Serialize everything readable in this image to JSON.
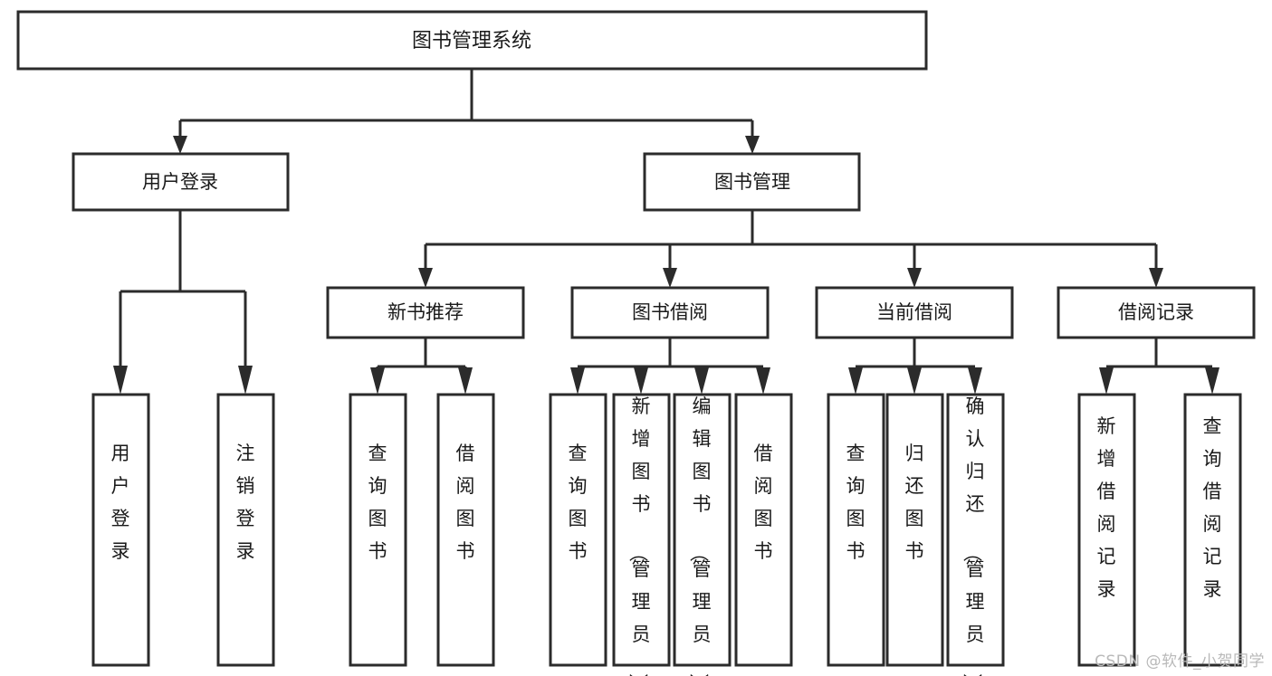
{
  "diagram": {
    "type": "tree-flowchart",
    "title": "图书管理系统",
    "orientation": "top-down",
    "colors": {
      "box_stroke": "#2b2b2b",
      "box_fill": "#ffffff",
      "text": "#1a1a1a",
      "background": "#ffffff",
      "watermark": "#b9b9b9"
    },
    "nodes": {
      "root": {
        "label": "图书管理系统"
      },
      "level2": [
        {
          "id": "user-login",
          "label": "用户登录"
        },
        {
          "id": "book-management",
          "label": "图书管理"
        }
      ],
      "level3": [
        {
          "id": "new-book-recommend",
          "label": "新书推荐"
        },
        {
          "id": "book-borrow",
          "label": "图书借阅"
        },
        {
          "id": "current-borrow",
          "label": "当前借阅"
        },
        {
          "id": "borrow-record",
          "label": "借阅记录"
        }
      ],
      "leaves": {
        "user-login": [
          {
            "id": "leaf-user-login",
            "label": "用户登录"
          },
          {
            "id": "leaf-logout-login",
            "label": "注销登录"
          }
        ],
        "new-book-recommend": [
          {
            "id": "leaf-query-book-1",
            "label": "查询图书"
          },
          {
            "id": "leaf-borrow-book-1",
            "label": "借阅图书"
          }
        ],
        "book-borrow": [
          {
            "id": "leaf-query-book-2",
            "label": "查询图书"
          },
          {
            "id": "leaf-add-book",
            "label": "新增图书（管理员）"
          },
          {
            "id": "leaf-edit-book",
            "label": "编辑图书（管理员）"
          },
          {
            "id": "leaf-borrow-book-2",
            "label": "借阅图书"
          }
        ],
        "current-borrow": [
          {
            "id": "leaf-query-book-3",
            "label": "查询图书"
          },
          {
            "id": "leaf-return-book",
            "label": "归还图书"
          },
          {
            "id": "leaf-confirm-return",
            "label": "确认归还（管理员）"
          }
        ],
        "borrow-record": [
          {
            "id": "leaf-add-record",
            "label": "新增借阅记录"
          },
          {
            "id": "leaf-query-record",
            "label": "查询借阅记录"
          }
        ]
      }
    }
  },
  "watermark": {
    "text": "CSDN @软件_小贺同学"
  }
}
